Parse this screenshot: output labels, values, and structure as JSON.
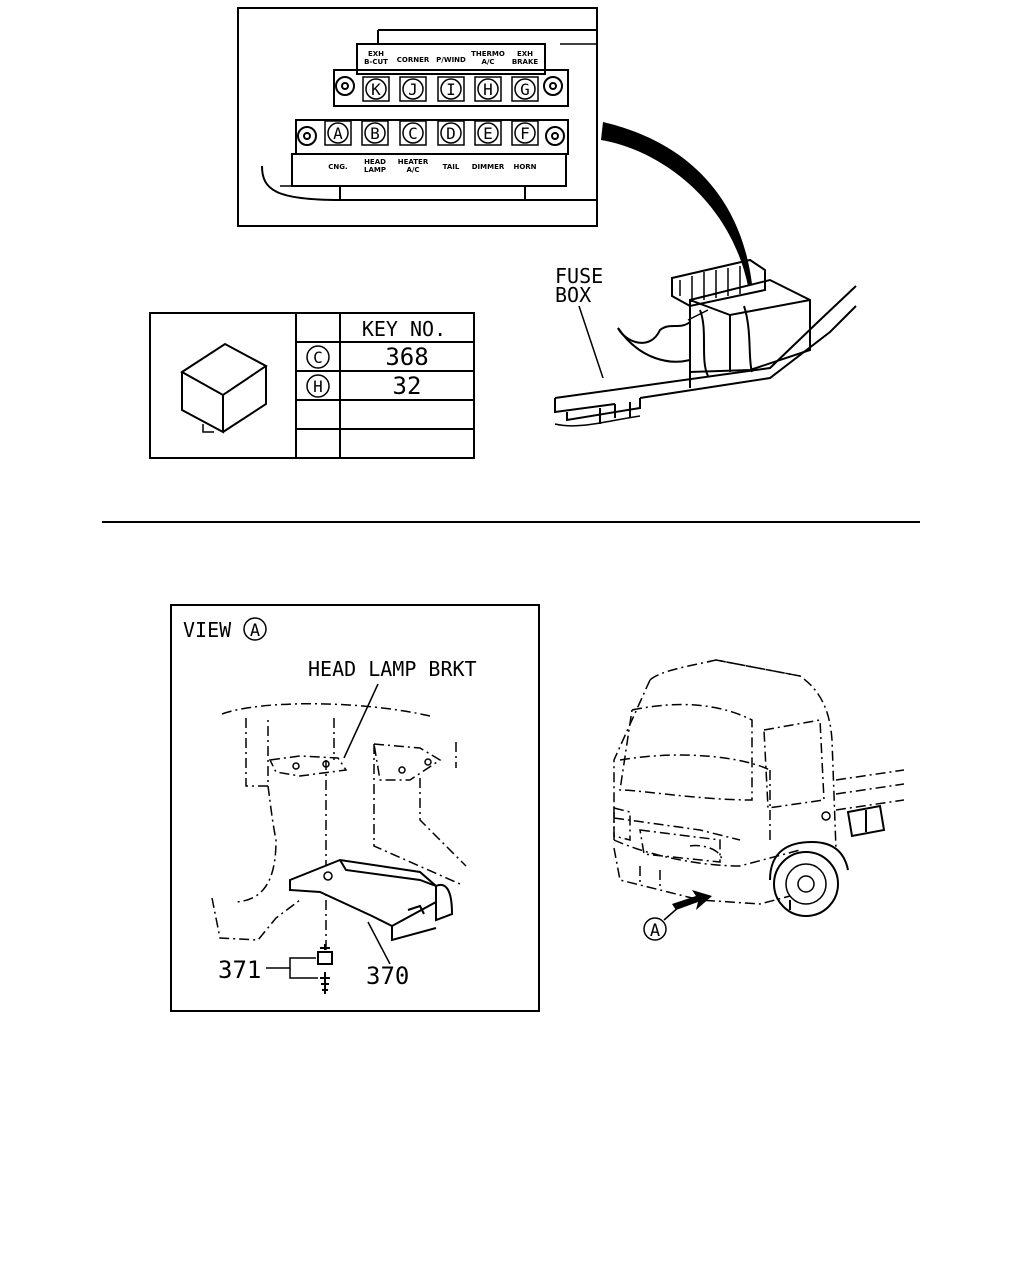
{
  "fuse_box": {
    "top_labels": [
      "EXH\nB-CUT",
      "CORNER",
      "P/WIND",
      "THERMO\nA/C",
      "EXH\nBRAKE"
    ],
    "top_keys": [
      "K",
      "J",
      "I",
      "H",
      "G"
    ],
    "bottom_keys": [
      "A",
      "B",
      "C",
      "D",
      "E",
      "F"
    ],
    "bottom_labels": [
      "CNG.",
      "HEAD\nLAMP",
      "HEATER\nA/C",
      "TAIL",
      "DIMMER",
      "HORN"
    ]
  },
  "fuse_box_callout": "FUSE\nBOX",
  "key_table": {
    "header": "KEY NO.",
    "rows": [
      {
        "key": "C",
        "value": "368"
      },
      {
        "key": "H",
        "value": "32"
      },
      {
        "key": "",
        "value": ""
      },
      {
        "key": "",
        "value": ""
      }
    ]
  },
  "view": {
    "title": "VIEW",
    "title_key": "A",
    "bracket_label": "HEAD LAMP BRKT",
    "part_371": "371",
    "part_370": "370"
  },
  "truck_callout_key": "A"
}
